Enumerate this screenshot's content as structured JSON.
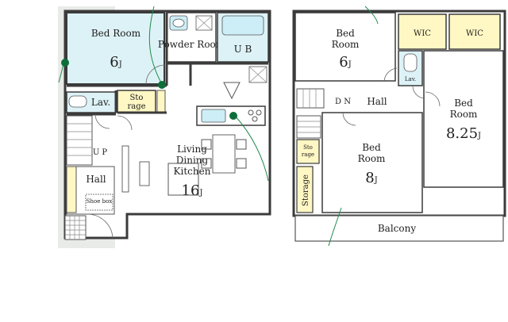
{
  "floor1": {
    "bed": {
      "name": "Bed Room",
      "size": "6",
      "unit": "J"
    },
    "powder": {
      "name": "Powder Room"
    },
    "ub": {
      "name": "U B"
    },
    "lav": {
      "name": "Lav."
    },
    "storage": {
      "name": "Sto rage"
    },
    "up": {
      "name": "U P"
    },
    "ldk": {
      "name": "Living Dining Kitchen",
      "size": "16",
      "unit": "J"
    },
    "hall": {
      "name": "Hall"
    },
    "shoebox": {
      "name": "Shoe box"
    }
  },
  "floor2": {
    "bed_nw": {
      "name": "Bed Room",
      "size": "6",
      "unit": "J"
    },
    "wic1": {
      "name": "WIC"
    },
    "wic2": {
      "name": "WIC"
    },
    "lav": {
      "name": "Lav."
    },
    "dn": {
      "name": "D N"
    },
    "hall": {
      "name": "Hall"
    },
    "bed_e": {
      "name": "Bed Room",
      "size": "8.25",
      "unit": "J"
    },
    "storage_small": {
      "name": "Sto rage"
    },
    "bed_c": {
      "name": "Bed Room",
      "size": "8",
      "unit": "J"
    },
    "storage": {
      "name": "Storage"
    },
    "balcony": {
      "name": "Balcony"
    }
  },
  "colors": {
    "background": "#ffffff",
    "floor_fill": "#ffffff",
    "tatami_highlight": "#ddf2f6",
    "storage_fill": "#fff7c4",
    "fixture_fill": "#cdeef6",
    "exterior_texture": "#e9ebe8",
    "wall": "#3b3b3b",
    "wire": "#1f8a4a",
    "sensor": "#0d6e3a"
  },
  "icons": [
    "toilet-icon",
    "sink-icon",
    "bathtub-icon",
    "stove-icon",
    "dining-table-icon",
    "tv-icon",
    "sensor-icon"
  ]
}
